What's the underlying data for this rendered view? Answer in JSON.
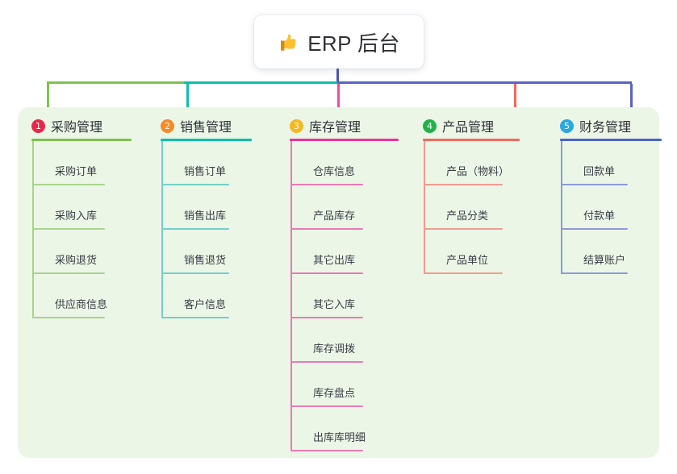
{
  "root": {
    "icon": "thumbs-up-icon",
    "title": "ERP 后台"
  },
  "colors": {
    "panel_bg": "#ecf6e7",
    "stem": "#4b55b7",
    "bus_left": "#7fc24f",
    "bus_mid": "#0fbfa8",
    "bus_right": "#5a63c6",
    "text": "#2f3137"
  },
  "categories": [
    {
      "number": "1",
      "label": "采购管理",
      "badge_color": "#e8274b",
      "rule_color": "#7fc24f",
      "drop_color": "#7fc24f",
      "line_color": "#a8d48b",
      "items": [
        {
          "label": "采购订单"
        },
        {
          "label": "采购入库"
        },
        {
          "label": "采购退货"
        },
        {
          "label": "供应商信息"
        }
      ]
    },
    {
      "number": "2",
      "label": "销售管理",
      "badge_color": "#f58a28",
      "rule_color": "#0fbfa8",
      "drop_color": "#0fbfa8",
      "line_color": "#74cfc6",
      "items": [
        {
          "label": "销售订单"
        },
        {
          "label": "销售出库"
        },
        {
          "label": "销售退货"
        },
        {
          "label": "客户信息"
        }
      ]
    },
    {
      "number": "3",
      "label": "库存管理",
      "badge_color": "#f5b820",
      "rule_color": "#e8349b",
      "drop_color": "#ef4aa3",
      "line_color": "#e87bb4",
      "items": [
        {
          "label": "仓库信息"
        },
        {
          "label": "产品库存"
        },
        {
          "label": "其它出库"
        },
        {
          "label": "其它入库"
        },
        {
          "label": "库存调拨"
        },
        {
          "label": "库存盘点"
        },
        {
          "label": "出库库明细"
        }
      ]
    },
    {
      "number": "4",
      "label": "产品管理",
      "badge_color": "#21b24b",
      "rule_color": "#f4695e",
      "drop_color": "#f4695e",
      "line_color": "#f29a90",
      "items": [
        {
          "label": "产品（物料）"
        },
        {
          "label": "产品分类"
        },
        {
          "label": "产品单位"
        }
      ]
    },
    {
      "number": "5",
      "label": "财务管理",
      "badge_color": "#2aa8e0",
      "rule_color": "#4b63c6",
      "drop_color": "#5a63c6",
      "line_color": "#8e9ad8",
      "items": [
        {
          "label": "回款单"
        },
        {
          "label": "付款单"
        },
        {
          "label": "结算账户"
        }
      ]
    }
  ],
  "layout": {
    "column_x": [
      22,
      182,
      342,
      507,
      677
    ],
    "rule_width": [
      124,
      113,
      135,
      120,
      126
    ],
    "item_rule_width": [
      90,
      84,
      90,
      98,
      83
    ],
    "drop_x": [
      58,
      388,
      718,
      1055,
      1388
    ]
  }
}
